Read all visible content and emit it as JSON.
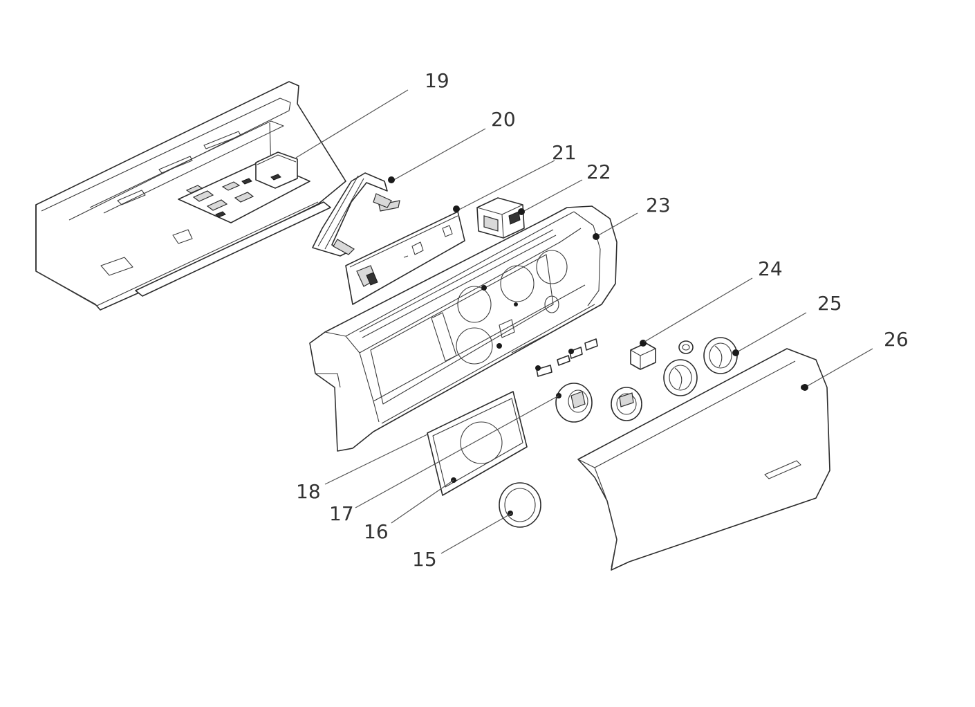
{
  "diagram": {
    "labels": [
      {
        "id": "15",
        "text": "15"
      },
      {
        "id": "16",
        "text": "16"
      },
      {
        "id": "17",
        "text": "17"
      },
      {
        "id": "18",
        "text": "18"
      },
      {
        "id": "19",
        "text": "19"
      },
      {
        "id": "20",
        "text": "20"
      },
      {
        "id": "21",
        "text": "21"
      },
      {
        "id": "22",
        "text": "22"
      },
      {
        "id": "23",
        "text": "23"
      },
      {
        "id": "24",
        "text": "24"
      },
      {
        "id": "25",
        "text": "25"
      },
      {
        "id": "26",
        "text": "26"
      }
    ]
  }
}
